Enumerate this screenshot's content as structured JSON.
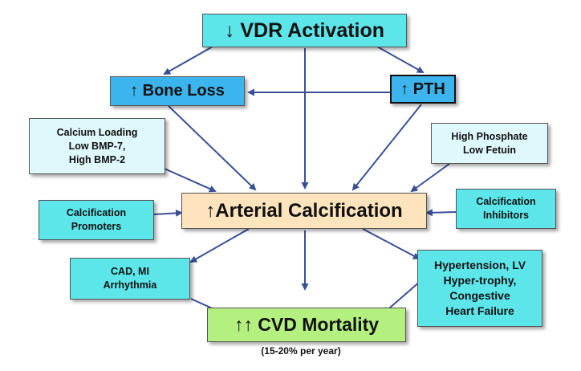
{
  "colors": {
    "cyan": "#5ce6ea",
    "pale_cyan": "#dff8fb",
    "blue": "#3cb4ee",
    "peach": "#fde4bc",
    "green": "#b4f080",
    "arrow": "#3a4f96"
  },
  "nodes": {
    "vdr": {
      "lines": [
        "↓ VDR Activation"
      ]
    },
    "bone_loss": {
      "lines": [
        "↑ Bone Loss"
      ]
    },
    "pth": {
      "lines": [
        "↑ PTH"
      ]
    },
    "calcium": {
      "lines": [
        "Calcium Loading",
        "Low BMP-7,",
        "High BMP-2"
      ]
    },
    "phosphate": {
      "lines": [
        "High Phosphate",
        "Low Fetuin"
      ]
    },
    "promoters": {
      "lines": [
        "Calcification",
        "Promoters"
      ]
    },
    "calcification": {
      "lines": [
        "↑Arterial Calcification"
      ]
    },
    "inhibitors": {
      "lines": [
        "Calcification",
        "Inhibitors"
      ]
    },
    "cad": {
      "lines": [
        "CAD, MI",
        "Arrhythmia"
      ]
    },
    "hypertension": {
      "lines": [
        "Hypertension, LV",
        "Hyper-trophy,",
        "Congestive",
        "Heart Failure"
      ]
    },
    "mortality": {
      "lines": [
        "↑↑ CVD Mortality"
      ]
    }
  },
  "caption": "(15-20% per year)"
}
